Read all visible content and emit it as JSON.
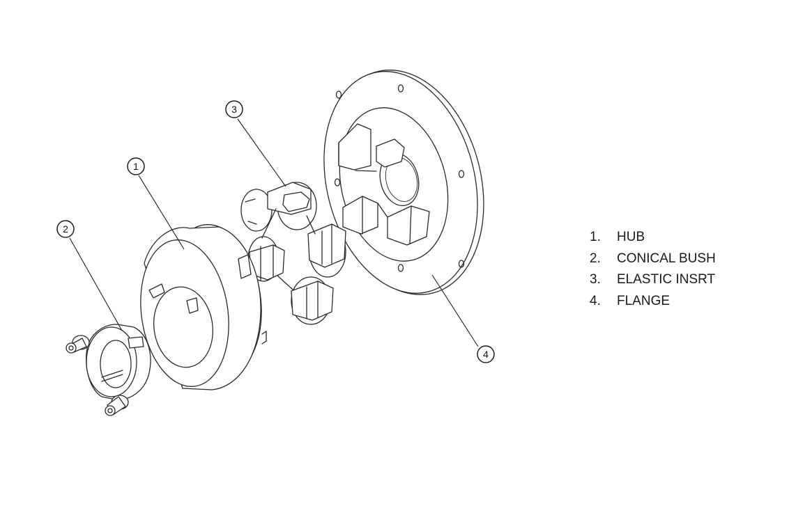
{
  "callouts": [
    {
      "id": "1"
    },
    {
      "id": "2"
    },
    {
      "id": "3"
    },
    {
      "id": "4"
    }
  ],
  "legend": [
    {
      "number": "1.",
      "label": "HUB"
    },
    {
      "number": "2.",
      "label": "CONICAL BUSH"
    },
    {
      "number": "3.",
      "label": "ELASTIC INSRT"
    },
    {
      "number": "4.",
      "label": "FLANGE"
    }
  ]
}
